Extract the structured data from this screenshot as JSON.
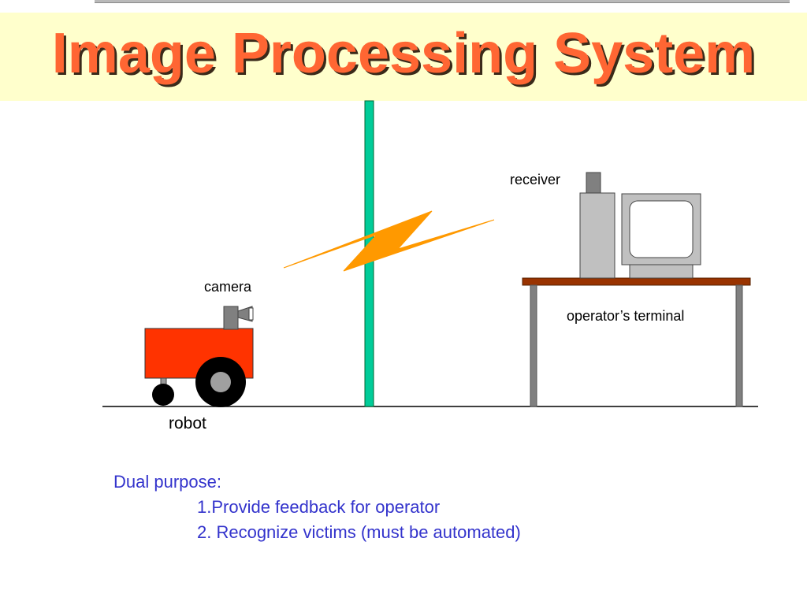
{
  "slide": {
    "title": "Image Processing System"
  },
  "labels": {
    "camera": "camera",
    "robot": "robot",
    "receiver": "receiver",
    "terminal": "operator’s terminal"
  },
  "purpose": {
    "heading": "Dual purpose:",
    "items": [
      "1.Provide feedback for operator",
      "2. Recognize victims (must be automated)"
    ]
  },
  "colors": {
    "title": "#ff6633",
    "title_band": "#ffffcc",
    "robot_body": "#ff3300",
    "pole": "#00cc99",
    "lightning": "#ff9900",
    "table_top": "#993300",
    "purpose_text": "#3333cc"
  },
  "icons": {
    "signal": "lightning-bolt-icon",
    "camera": "camera-icon",
    "computer": "computer-icon"
  }
}
